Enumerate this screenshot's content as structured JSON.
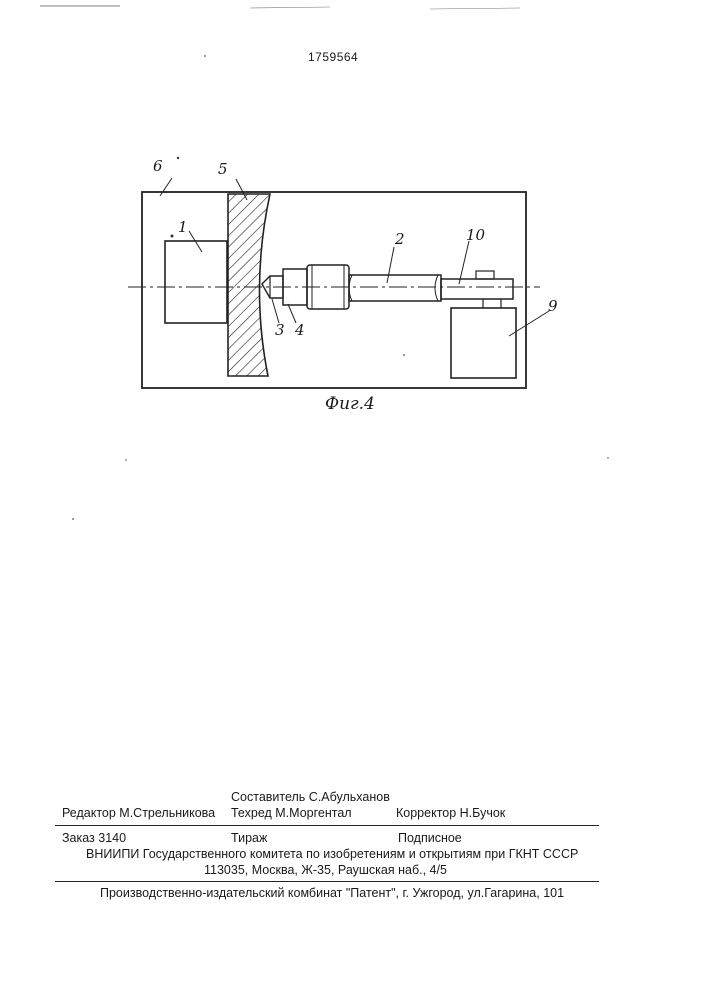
{
  "header": {
    "patent_number": "1759564"
  },
  "figure": {
    "caption": "Фиг.4",
    "labels": {
      "l1": "1",
      "l2": "2",
      "l3": "3",
      "l4": "4",
      "l5": "5",
      "l6": "6",
      "l9": "9",
      "l10": "10"
    }
  },
  "footer": {
    "compiler": "Составитель  С.Абульханов",
    "editor": "Редактор  М.Стрельникова",
    "techred": "Техред М.Моргентал",
    "corrector": "Корректор  Н.Бучок",
    "order": "Заказ  3140",
    "circulation": "Тираж",
    "subscription": "Подписное",
    "institution_line1": "ВНИИПИ Государственного комитета по изобретениям и открытиям при ГКНТ СССР",
    "institution_line2": "113035, Москва, Ж-35, Раушская наб., 4/5",
    "publisher": "Производственно-издательский комбинат \"Патент\", г. Ужгород, ул.Гагарина, 101"
  }
}
